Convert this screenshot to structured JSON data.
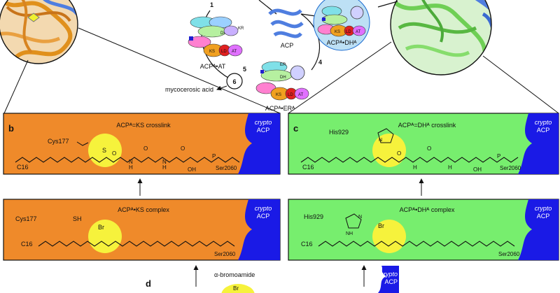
{
  "colors": {
    "orange": "#ef8a2a",
    "green": "#77ee6e",
    "blue_acp": "#1a1ae6",
    "yellow": "#f6f23c",
    "protein_orange": "#e0901c",
    "protein_green": "#6fcf55",
    "protein_blue": "#4f7ee0"
  },
  "top": {
    "step_1": "1",
    "step_4": "4",
    "step_5": "5",
    "step_6": "6",
    "acp_label": "ACP",
    "acp_at_label": "ACPᴬ•AT",
    "acp_dh_label": "ACPᴬ•DHᴬ",
    "acp_er_label": "ACPᴬ•ERᴬ",
    "product": "mycocerosic acid",
    "domains": {
      "kr": "KR",
      "dh": "DH",
      "ks": "KS",
      "ld": "LD",
      "at": "AT",
      "er": "ER"
    }
  },
  "panel_b": {
    "letter": "b",
    "title": "ACPᴬ=KS crosslink",
    "residue": "Cys177",
    "atom": "S",
    "chain": "C16",
    "serine": "Ser2060",
    "acp_italic": "crypto",
    "acp": "ACP",
    "o_label": "O",
    "h_label": "H",
    "n_label": "N",
    "oh_label": "OH",
    "p_label": "P"
  },
  "panel_c": {
    "letter": "c",
    "title": "ACPᴬ=DHᴬ crosslink",
    "residue": "His929",
    "chain": "C16",
    "serine": "Ser2060",
    "acp_italic": "crypto",
    "acp": "ACP",
    "n_label": "N",
    "o_label": "O",
    "h_label": "H",
    "oh_label": "OH",
    "p_label": "P"
  },
  "panel_b2": {
    "title": "ACPᴬ•KS complex",
    "residue": "Cys177",
    "sh": "SH",
    "br": "Br",
    "chain": "C16",
    "serine": "Ser2060",
    "acp_italic": "crypto",
    "acp": "ACP"
  },
  "panel_c2": {
    "title": "ACPᴬ•DHᴬ complex",
    "residue": "His929",
    "br": "Br",
    "nh": "NH",
    "n": "N",
    "chain": "C16",
    "serine": "Ser2060",
    "acp_italic": "crypto",
    "acp": "ACP"
  },
  "panel_d": {
    "letter": "d",
    "caption": "α-bromoamide",
    "br": "Br",
    "acp_italic": "crypto",
    "acp": "ACP"
  }
}
